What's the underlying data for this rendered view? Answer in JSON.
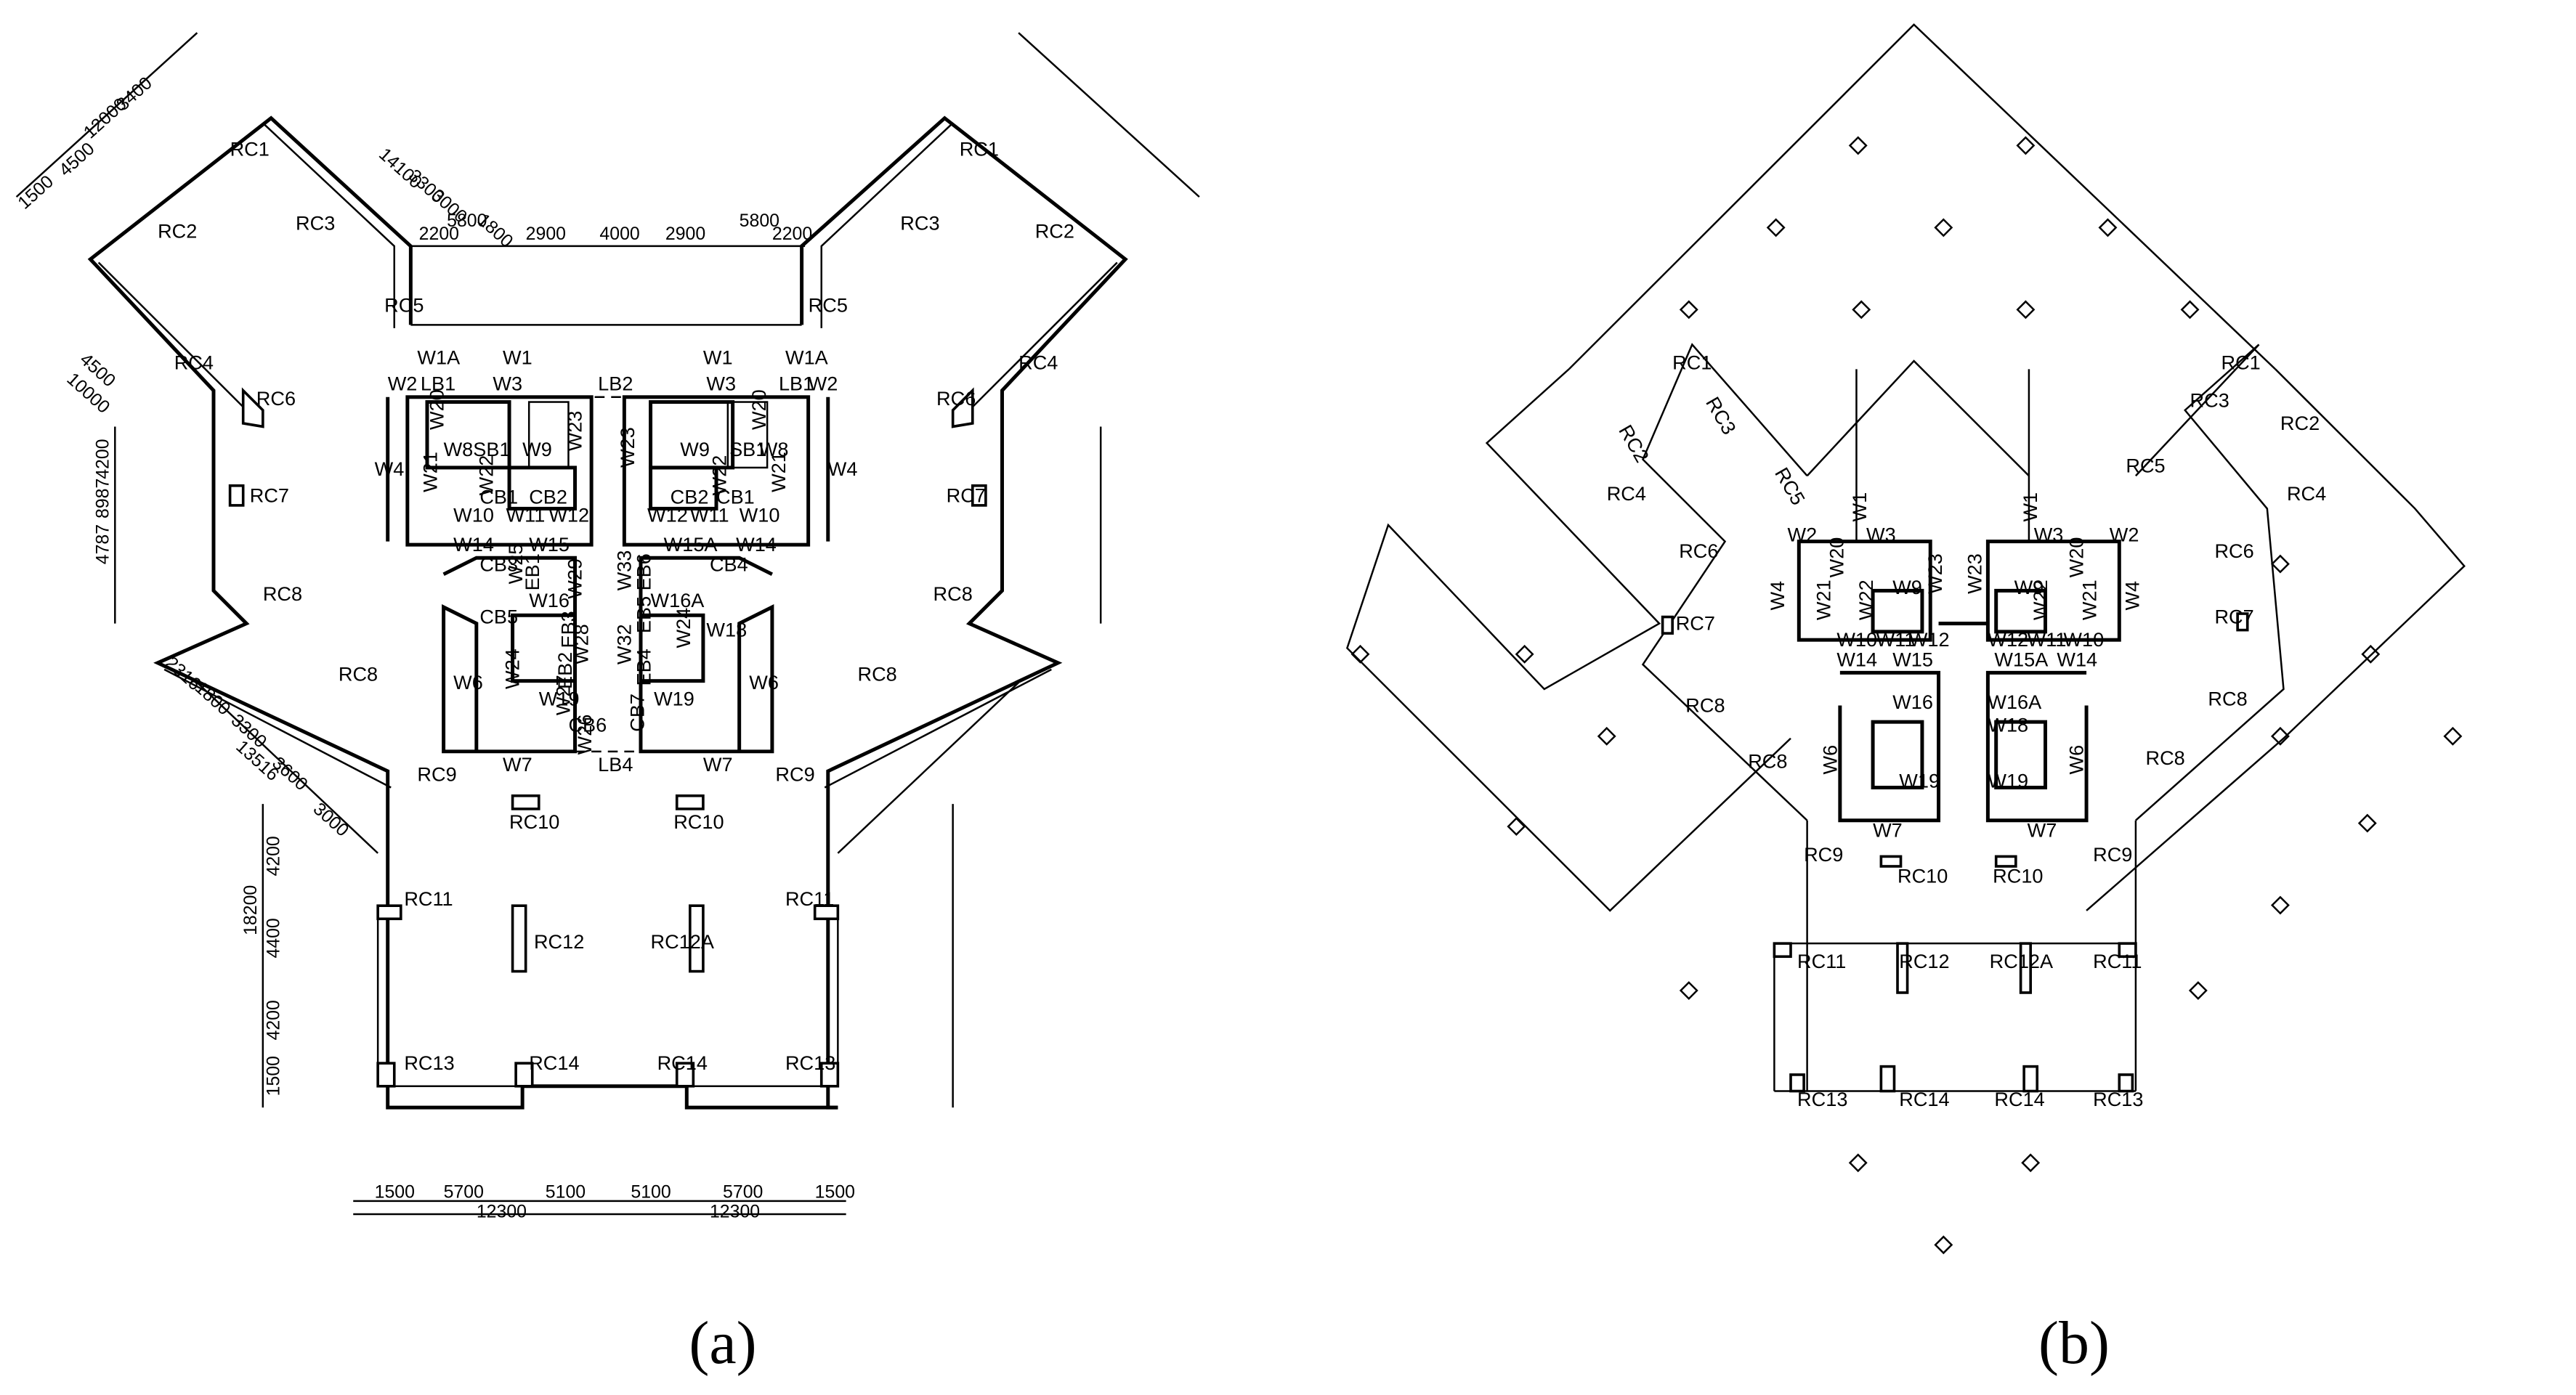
{
  "colors": {
    "line": "#000000",
    "background": "#ffffff"
  },
  "figure": {
    "panel_a": {
      "caption": "(a)",
      "dimension_labels": {
        "top_bay_left": "2200",
        "top_bay_a": "2900",
        "top_bay_b": "4000",
        "top_bay_c": "2900",
        "top_bay_right": "2200",
        "top_5800_left": "5800",
        "top_5800_right": "5800",
        "wing_14100": "14100",
        "wing_3300": "3300",
        "wing_3000": "3000",
        "wing_1800": "1800",
        "wing_12000": "12000",
        "wing_3400": "3400",
        "wing_4500": "4500",
        "wing_1500": "1500",
        "side_10000": "10000",
        "side_4500": "4500",
        "side_4200": "4200",
        "side_8987": "8987",
        "side_4787": "4787",
        "lower_2316": "2316",
        "lower_1800": "1800",
        "lower_3300": "3300",
        "lower_13516": "13516",
        "lower_3600": "3600",
        "lower_3000": "3000",
        "vert_18200": "18200",
        "vert_4200a": "4200",
        "vert_4400": "4400",
        "vert_4200b": "4200",
        "vert_1500": "1500",
        "bottom_1500_left": "1500",
        "bottom_5700_left": "5700",
        "bottom_5100_left": "5100",
        "bottom_5100_right": "5100",
        "bottom_5700_right": "5700",
        "bottom_1500_right": "1500",
        "bottom_12300_left": "12300",
        "bottom_12300_right": "12300"
      },
      "element_labels": {
        "RC1": "RC1",
        "RC2": "RC2",
        "RC3": "RC3",
        "RC4": "RC4",
        "RC5": "RC5",
        "RC6": "RC6",
        "RC7": "RC7",
        "RC8": "RC8",
        "RC9": "RC9",
        "RC10": "RC10",
        "RC11": "RC11",
        "RC12": "RC12",
        "RC12A": "RC12A",
        "RC13": "RC13",
        "RC14": "RC14",
        "W1": "W1",
        "W1A": "W1A",
        "W2": "W2",
        "W3": "W3",
        "W4": "W4",
        "W6": "W6",
        "W7": "W7",
        "W8": "W8",
        "W9": "W9",
        "W10": "W10",
        "W11": "W11",
        "W12": "W12",
        "W14": "W14",
        "W15": "W15",
        "W15A": "W15A",
        "W16": "W16",
        "W16A": "W16A",
        "W18": "W18",
        "W19": "W19",
        "W20": "W20",
        "W21": "W21",
        "W22": "W22",
        "W23": "W23",
        "W24": "W24",
        "W25": "W25",
        "W26": "W26",
        "W27": "W27",
        "W28": "W28",
        "W29": "W29",
        "W32": "W32",
        "W33": "W33",
        "LB1": "LB1",
        "LB2": "LB2",
        "LB4": "LB4",
        "SB1": "SB1",
        "CB1": "CB1",
        "CB2": "CB2",
        "CB3": "CB3",
        "CB4": "CB4",
        "CB5": "CB5",
        "CB6": "CB6",
        "CB7": "CB7",
        "EB1": "EB1",
        "EB2": "EB2",
        "EB3": "EB3",
        "EB4": "EB4",
        "EB5": "EB5",
        "EB6": "EB6"
      }
    },
    "panel_b": {
      "caption": "(b)",
      "element_labels": {
        "RC1": "RC1",
        "RC2": "RC2",
        "RC3": "RC3",
        "RC4": "RC4",
        "RC5": "RC5",
        "RC6": "RC6",
        "RC7": "RC7",
        "RC8": "RC8",
        "RC9": "RC9",
        "RC10": "RC10",
        "RC11": "RC11",
        "RC12": "RC12",
        "RC12A": "RC12A",
        "RC13": "RC13",
        "RC14": "RC14",
        "W1": "W1",
        "W2": "W2",
        "W3": "W3",
        "W4": "W4",
        "W6": "W6",
        "W7": "W7",
        "W9": "W9",
        "W10": "W10",
        "W11": "W11",
        "W12": "W12",
        "W14": "W14",
        "W15": "W15",
        "W15A": "W15A",
        "W16": "W16",
        "W16A": "W16A",
        "W18": "W18",
        "W19": "W19",
        "W20": "W20",
        "W21": "W21",
        "W22": "W22",
        "W23": "W23"
      }
    }
  }
}
